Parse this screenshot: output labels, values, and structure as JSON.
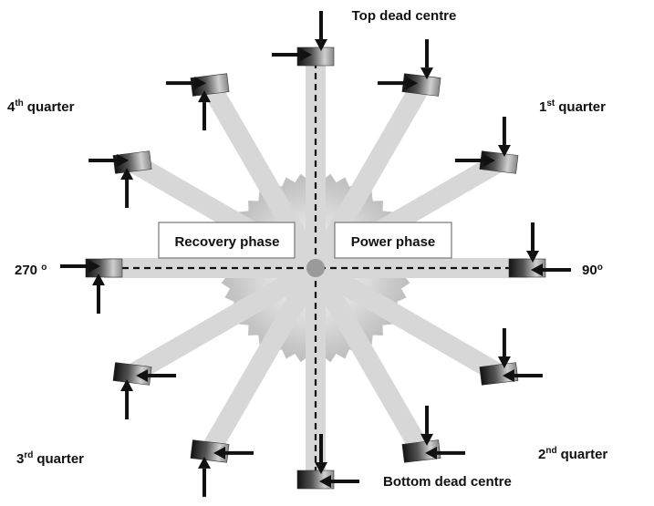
{
  "labels": {
    "top": "Top dead centre",
    "bottom": "Bottom dead centre",
    "right_angle": "90",
    "right_angle_unit": "o",
    "left_angle": "270",
    "left_angle_unit": "o",
    "q1_num": "1",
    "q1_sup": "st",
    "q1_word": "quarter",
    "q2_num": "2",
    "q2_sup": "nd",
    "q2_word": "quarter",
    "q3_num": "3",
    "q3_sup": "rd",
    "q3_word": "quarter",
    "q4_num": "4",
    "q4_sup": "th",
    "q4_word": "quarter"
  },
  "phases": {
    "recovery": "Recovery phase",
    "power": "Power phase"
  },
  "colors": {
    "spoke": "#d7d7d7",
    "hub_light": "#e8e8e8",
    "hub_dark": "#b4b4b4",
    "pedal_dark": "#222222",
    "arrow": "#111111",
    "dashed": "#111111"
  },
  "pedal_positions": [
    {
      "angle_deg": 0,
      "force_dirs": [
        "down",
        "right"
      ]
    },
    {
      "angle_deg": 30,
      "force_dirs": [
        "down",
        "right"
      ]
    },
    {
      "angle_deg": 60,
      "force_dirs": [
        "down",
        "right"
      ]
    },
    {
      "angle_deg": 90,
      "force_dirs": [
        "down",
        "left"
      ]
    },
    {
      "angle_deg": 120,
      "force_dirs": [
        "down",
        "left"
      ]
    },
    {
      "angle_deg": 150,
      "force_dirs": [
        "down",
        "left"
      ]
    },
    {
      "angle_deg": 180,
      "force_dirs": [
        "down",
        "left"
      ]
    },
    {
      "angle_deg": 210,
      "force_dirs": [
        "up",
        "left"
      ]
    },
    {
      "angle_deg": 240,
      "force_dirs": [
        "up",
        "left"
      ]
    },
    {
      "angle_deg": 270,
      "force_dirs": [
        "up",
        "right"
      ]
    },
    {
      "angle_deg": 300,
      "force_dirs": [
        "up",
        "right"
      ]
    },
    {
      "angle_deg": 330,
      "force_dirs": [
        "up",
        "right"
      ]
    }
  ]
}
